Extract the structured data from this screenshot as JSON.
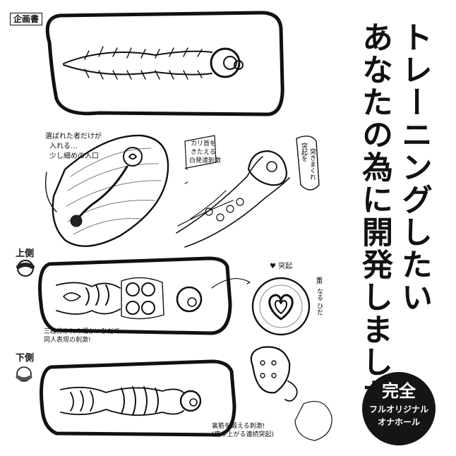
{
  "tag": "企画書",
  "headline": {
    "line1": "トレーニングしたい",
    "line2": "あなたの為に開発しました。"
  },
  "badge": {
    "line1": "完全",
    "line2": "フルオリジナル",
    "line3": "オナホール"
  },
  "notes": {
    "chosen_entry_1": "選ばれた者だけが",
    "chosen_entry_2": "入れる…",
    "chosen_entry_3": "少し細めの入口",
    "kari_1": "カリ首を",
    "kari_2": "きたえる",
    "kari_3": "白発達刺激",
    "bump_1": "突起を",
    "bump_2": "突きまくれ",
    "heart_bump": "♥ 突起",
    "layered_1": "重",
    "layered_2": "なる ひだ",
    "three_stage_1": "三段分かれの細かいひだで",
    "three_stage_2": "同人表现の刺激!",
    "underside_1": "裏筋を鍛える刺激!",
    "underside_2": "(盛り上がる連続突起)"
  },
  "labels": {
    "upper": "上側",
    "lower": "下側"
  }
}
